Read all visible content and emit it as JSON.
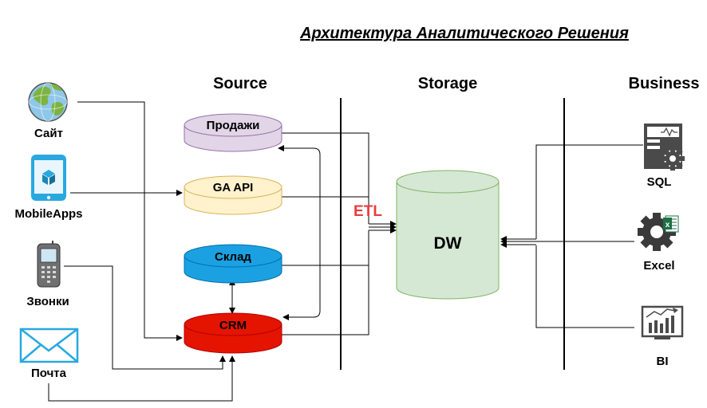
{
  "title": "Архитектура Аналитического Решения",
  "columns": {
    "source": "Source",
    "storage": "Storage",
    "business": "Business"
  },
  "channels": {
    "site": "Сайт",
    "mobile": "MobileApps",
    "calls": "Звонки",
    "mail": "Почта"
  },
  "databases": {
    "sales": "Продажи",
    "ga_api": "GA API",
    "warehouse": "Склад",
    "crm": "CRM"
  },
  "etl": "ETL",
  "dw": "DW",
  "consumers": {
    "sql": "SQL",
    "excel": "Excel",
    "bi": "BI"
  },
  "colors": {
    "sales_fill": "#e1d5e7",
    "sales_stroke": "#9673a6",
    "ga_fill": "#fff2cc",
    "ga_stroke": "#d6b656",
    "warehouse_fill": "#1ba1e2",
    "warehouse_stroke": "#006eaf",
    "crm_fill": "#e51400",
    "crm_stroke": "#b20000",
    "dw_fill": "#d5e8d4",
    "dw_stroke": "#82b366",
    "etl_text": "#ea3b3b",
    "icon_blue": "#29a8e0",
    "icon_dark": "#3a3a3a",
    "excel_green": "#1e7145"
  }
}
